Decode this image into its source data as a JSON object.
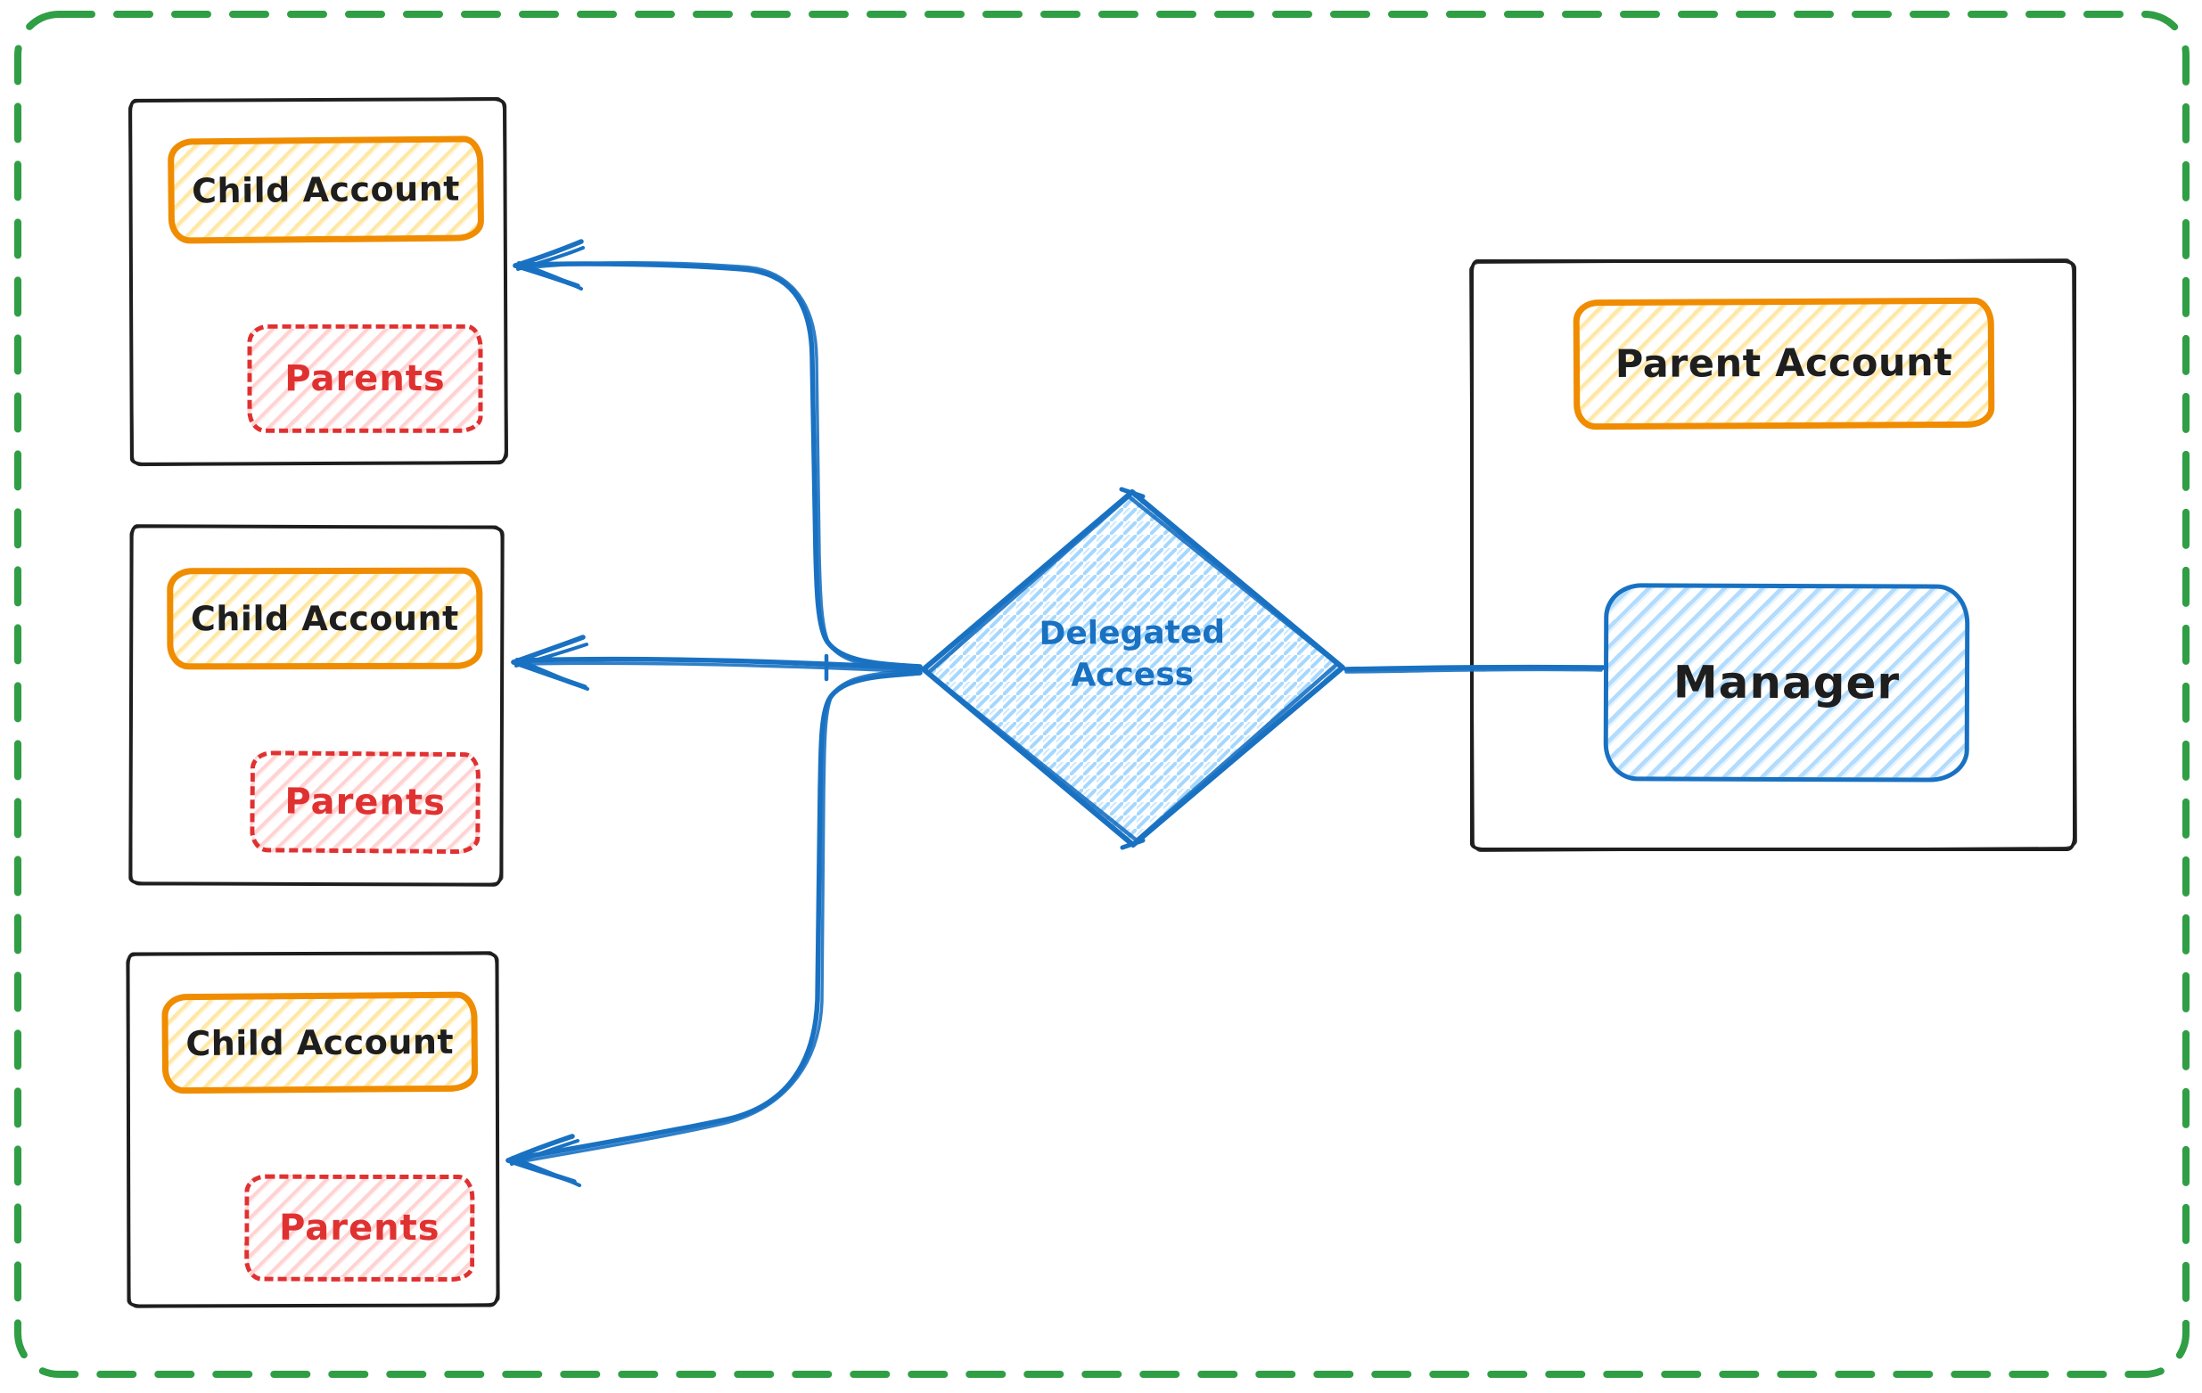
{
  "diagram": {
    "child_accounts": [
      {
        "account_label": "Child Account",
        "parents_label": "Parents"
      },
      {
        "account_label": "Child Account",
        "parents_label": "Parents"
      },
      {
        "account_label": "Child Account",
        "parents_label": "Parents"
      }
    ],
    "parent_account": {
      "account_label": "Parent Account",
      "manager_label": "Manager"
    },
    "decision": {
      "label": "Delegated Access"
    },
    "colors": {
      "frame_green": "#2f9e44",
      "box_black": "#1e1e1e",
      "accent_orange": "#f08c00",
      "fill_yellow": "#ffec99",
      "accent_red": "#e03131",
      "fill_pink": "#ffc9c9",
      "accent_blue": "#1971c2",
      "fill_light_blue": "#a5d8ff"
    }
  }
}
